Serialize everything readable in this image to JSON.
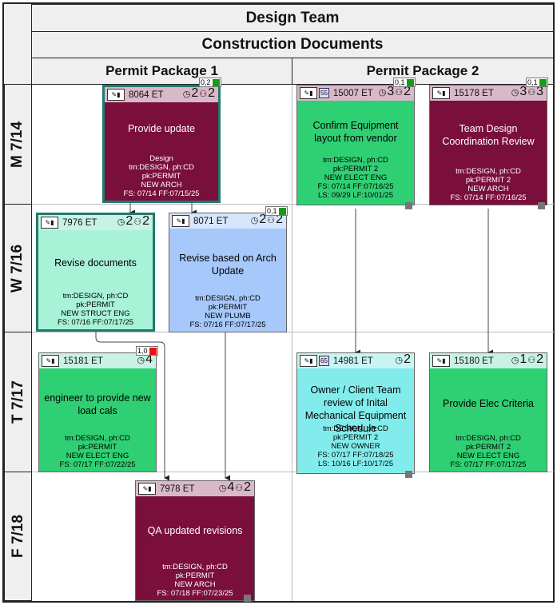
{
  "header": {
    "team": "Design Team",
    "phase": "Construction Documents",
    "packages": [
      "Permit Package 1",
      "Permit Package 2"
    ]
  },
  "rows": [
    "M 7/14",
    "W 7/16",
    "T 7/17",
    "F 7/18"
  ],
  "colors": {
    "maroon": "#7a0f3c",
    "green": "#2fd074",
    "light_blue": "#a6c8fa",
    "cyan": "#82ecec",
    "mint": "#a8f2d8",
    "teal_border": "#227a6e",
    "flag_green": "#1a9a1a",
    "flag_red": "#ee1111"
  },
  "cards": {
    "c8064": {
      "id": "8064 ET",
      "c1": "2",
      "c2": "2",
      "flag": "0,2",
      "title": "Provide update",
      "meta": [
        "Design",
        "tm:DESIGN, ph:CD",
        "pk:PERMIT",
        "NEW ARCH",
        "FS: 07/14 FF:07/15/25"
      ]
    },
    "c15007": {
      "id": "15007 ET",
      "tag": "55",
      "c1": "3",
      "c2": "2",
      "flag": "0,1",
      "title": "Confirm Equipment layout from vendor",
      "meta": [
        "tm:DESIGN, ph:CD",
        "pk:PERMIT 2",
        "NEW ELECT ENG",
        "FS: 07/14 FF:07/16/25",
        "LS: 09/29 LF:10/01/25"
      ]
    },
    "c15178": {
      "id": "15178 ET",
      "c1": "3",
      "c2": "3",
      "flag": "0,1",
      "title": "Team Design Coordination Review",
      "meta": [
        "tm:DESIGN, ph:CD",
        "pk:PERMIT 2",
        "NEW ARCH",
        "FS: 07/14 FF:07/16/25"
      ]
    },
    "c7976": {
      "id": "7976 ET",
      "c1": "2",
      "c2": "2",
      "title": "Revise documents",
      "meta": [
        "tm:DESIGN, ph:CD",
        "pk:PERMIT",
        "NEW STRUCT ENG",
        "FS: 07/16 FF:07/17/25"
      ]
    },
    "c8071": {
      "id": "8071 ET",
      "c1": "2",
      "c2": "2",
      "flag": "0,1",
      "title": "Revise based on Arch Update",
      "meta": [
        "tm:DESIGN, ph:CD",
        "pk:PERMIT",
        "NEW PLUMB",
        "FS: 07/16 FF:07/17/25"
      ]
    },
    "c15181": {
      "id": "15181 ET",
      "c1": "4",
      "flag": "1,0",
      "title": "engineer to provide new load cals",
      "meta": [
        "tm:DESIGN, ph:CD",
        "pk:PERMIT",
        "NEW ELECT ENG",
        "FS: 07/17 FF:07/22/25"
      ]
    },
    "c14981": {
      "id": "14981 ET",
      "tag": "65",
      "c1": "2",
      "title": "Owner / Client Team review of Inital Mechanical Equipment Schedule",
      "meta": [
        "tm:DESIGN, ph:CD",
        "pk:PERMIT 2",
        "NEW OWNER",
        "FS: 07/17 FF:07/18/25",
        "LS: 10/16 LF:10/17/25"
      ]
    },
    "c15180": {
      "id": "15180 ET",
      "c1": "1",
      "c2": "2",
      "title": "Provide Elec Criteria",
      "meta": [
        "tm:DESIGN, ph:CD",
        "pk:PERMIT 2",
        "NEW ELECT ENG",
        "FS: 07/17 FF:07/17/25"
      ]
    },
    "c7978": {
      "id": "7978 ET",
      "c1": "4",
      "c2": "2",
      "title": "QA updated revisions",
      "meta": [
        "tm:DESIGN, ph:CD",
        "pk:PERMIT",
        "NEW ARCH",
        "FS: 07/18 FF:07/23/25"
      ]
    }
  }
}
